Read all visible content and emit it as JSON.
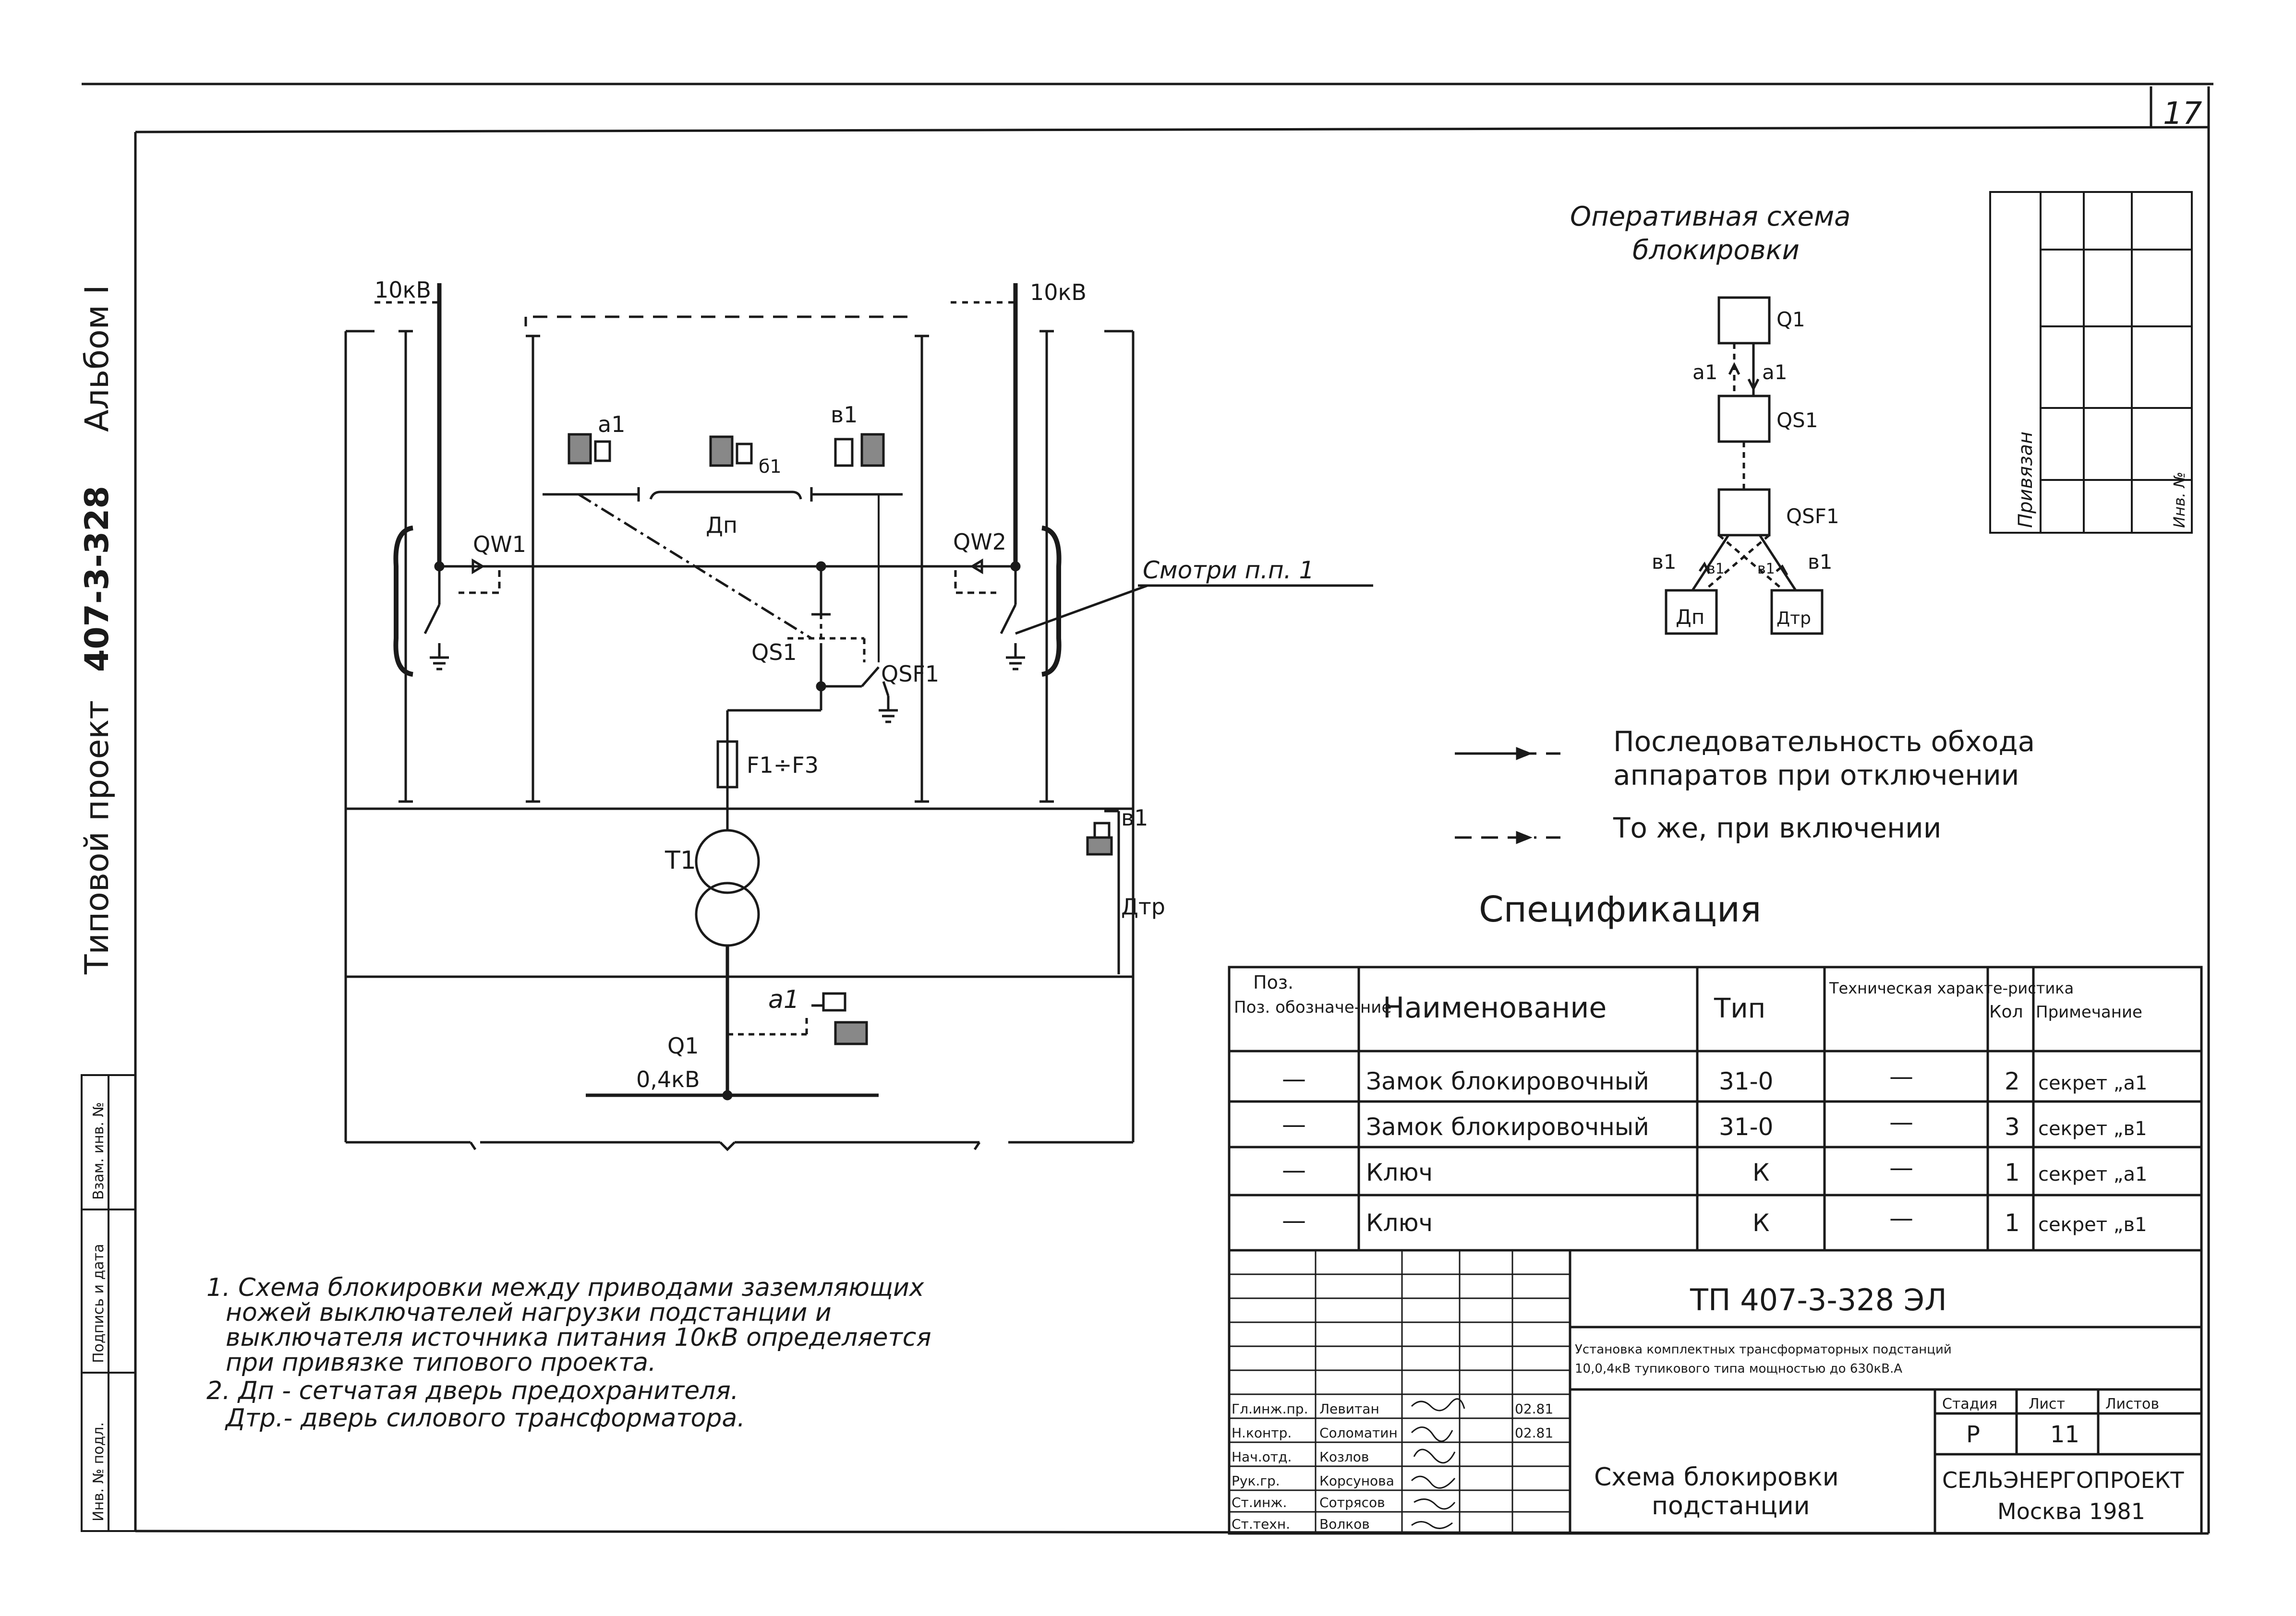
{
  "sheet": {
    "number": "17",
    "side_title": {
      "album": "Альбом I",
      "project": "Типовой  проект",
      "code": "407-3-328"
    },
    "side_stamp": [
      "Инв. № подл.",
      "Подпись и дата",
      "Взам. инв. №"
    ]
  },
  "binding_box": {
    "attached": "Привязан",
    "inv_no": "Инв. №"
  },
  "scheme": {
    "bus_left": "10кВ",
    "bus_right": "10кВ",
    "qw1": "QW1",
    "qw2": "QW2",
    "qs1": "QS1",
    "qsf1": "QSF1",
    "fuses": "F1÷F3",
    "transformer": "T1",
    "q1": "Q1",
    "low_bus": "0,4кВ",
    "lock_a_top": "а1",
    "lock_v_top": "в1",
    "lock_b1": "б1",
    "dp": "Дп",
    "dtr": "Дтр",
    "lock_v_right": "в1",
    "lock_a_bottom": "а1",
    "see_note": "Смотри  п.п. 1"
  },
  "operative": {
    "title_line1": "Оперативная схема",
    "title_line2": "блокировки",
    "q1": "Q1",
    "qs1": "QS1",
    "qsf1": "QSF1",
    "a1_left": "а1",
    "a1_right": "а1",
    "v1_left": "в1",
    "v1_right": "в1",
    "b1_left": "в1",
    "b1_right": "в1",
    "dp": "Дп",
    "dtr": "Дтр"
  },
  "legend": {
    "solid": "Последовательность обхода аппаратов при отключении",
    "solid_line1": "Последовательность обхода",
    "solid_line2": "аппаратов  при отключении",
    "dashed": "То же, при включении"
  },
  "spec": {
    "title": "Спецификация",
    "headers": [
      "Поз. обозначе-ние",
      "Наименование",
      "Тип",
      "Техническая характе-ристика",
      "Кол",
      "Примечание"
    ],
    "rows": [
      [
        "—",
        "Замок  блокировочный",
        "31-0",
        "—",
        "2",
        "секрет „а1"
      ],
      [
        "—",
        "Замок  блокировочный",
        "31-0",
        "—",
        "3",
        "секрет „в1"
      ],
      [
        "—",
        "Ключ",
        "К",
        "—",
        "1",
        "секрет „а1"
      ],
      [
        "—",
        "Ключ",
        "К",
        "—",
        "1",
        "секрет „в1"
      ]
    ]
  },
  "title_block": {
    "code": "ТП 407-3-328  ЭЛ",
    "subtitle_line1": "Установка комплектных трансформаторных подстанций",
    "subtitle_line2": "10,0,4кВ тупикового типа мощностью до 630кВ.А",
    "stage_label": "Стадия",
    "sheet_label": "Лист",
    "sheets_label": "Листов",
    "stage": "Р",
    "sheet": "11",
    "drawing_title_line1": "Схема  блокировки",
    "drawing_title_line2": "подстанции",
    "org_line1": "СЕЛЬЭНЕРГОПРОЕКТ",
    "org_line2": "Москва 1981",
    "roles": [
      "Гл.инж.пр.",
      "Н.контр.",
      "Нач.отд.",
      "Рук.гр.",
      "Ст.инж.",
      "Ст.техн."
    ],
    "names": [
      "Левитан",
      "Соломатин",
      "Козлов",
      "Корсунова",
      "Сотрясов",
      "Волков"
    ],
    "dates": [
      "02.81",
      "02.81"
    ]
  },
  "notes": [
    "1. Схема блокировки между приводами заземляющих",
    "ножей выключателей нагрузки подстанции и",
    "выключателя источника питания 10кВ определяется",
    "при привязке типового проекта.",
    "2. Дп - сетчатая дверь предохранителя.",
    "Дтр.- дверь силового трансформатора."
  ]
}
